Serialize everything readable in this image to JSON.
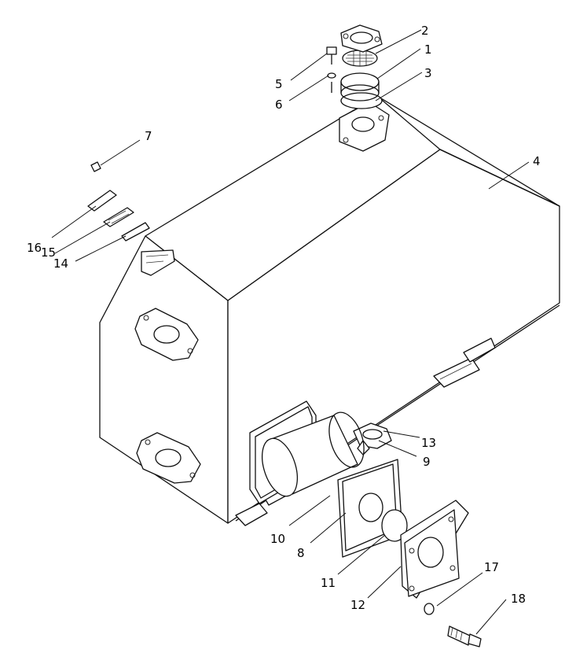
{
  "callouts": [
    {
      "id": "c1",
      "text": "1"
    },
    {
      "id": "c2",
      "text": "2"
    },
    {
      "id": "c3",
      "text": "3"
    },
    {
      "id": "c4",
      "text": "4"
    },
    {
      "id": "c5",
      "text": "5"
    },
    {
      "id": "c6",
      "text": "6"
    },
    {
      "id": "c7",
      "text": "7"
    },
    {
      "id": "c8",
      "text": "8"
    },
    {
      "id": "c9",
      "text": "9"
    },
    {
      "id": "c10",
      "text": "10"
    },
    {
      "id": "c11",
      "text": "11"
    },
    {
      "id": "c12",
      "text": "12"
    },
    {
      "id": "c13",
      "text": "13"
    },
    {
      "id": "c14",
      "text": "14"
    },
    {
      "id": "c15",
      "text": "15"
    },
    {
      "id": "c16",
      "text": "16"
    },
    {
      "id": "c17",
      "text": "17"
    },
    {
      "id": "c18",
      "text": "18"
    }
  ],
  "colors": {
    "line": "#111111",
    "watermark": "#b8b8b8",
    "background": "#ffffff"
  }
}
